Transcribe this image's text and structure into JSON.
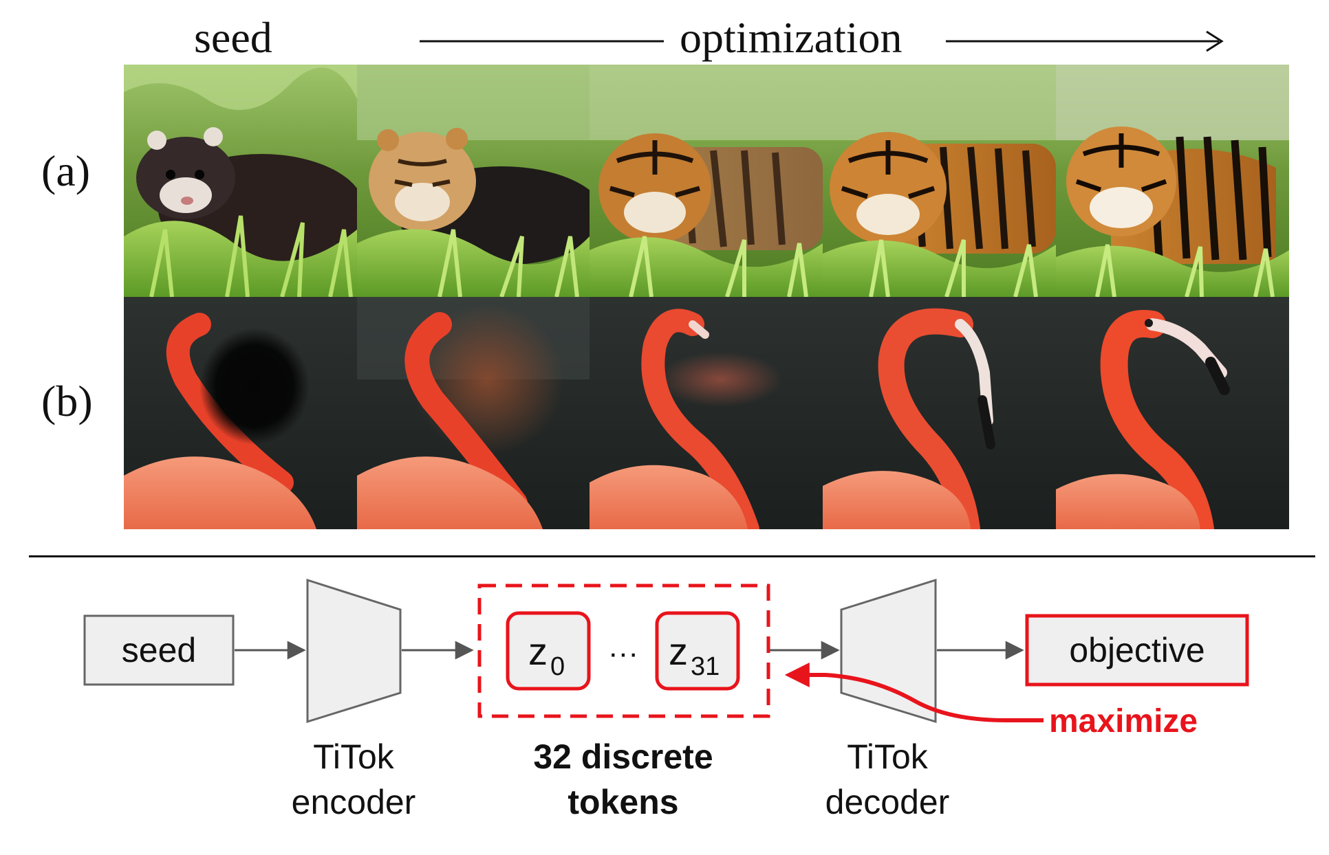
{
  "header": {
    "seed_label": "seed",
    "optimization_label": "optimization"
  },
  "rows": {
    "a_label": "(a)",
    "b_label": "(b)"
  },
  "pipeline": {
    "seed_box": "seed",
    "encoder_line1": "TiTok",
    "encoder_line2": "encoder",
    "token_first": "z",
    "token_first_sub": "0",
    "ellipsis": "···",
    "token_last": "z",
    "token_last_sub": "31",
    "tokens_line1": "32 discrete",
    "tokens_line2": "tokens",
    "decoder_line1": "TiTok",
    "decoder_line2": "decoder",
    "objective_box": "objective",
    "maximize": "maximize"
  },
  "colors": {
    "accent_red": "#e8141c",
    "box_fill": "#efefef",
    "box_stroke": "#666666",
    "arrow_gray": "#555555"
  }
}
